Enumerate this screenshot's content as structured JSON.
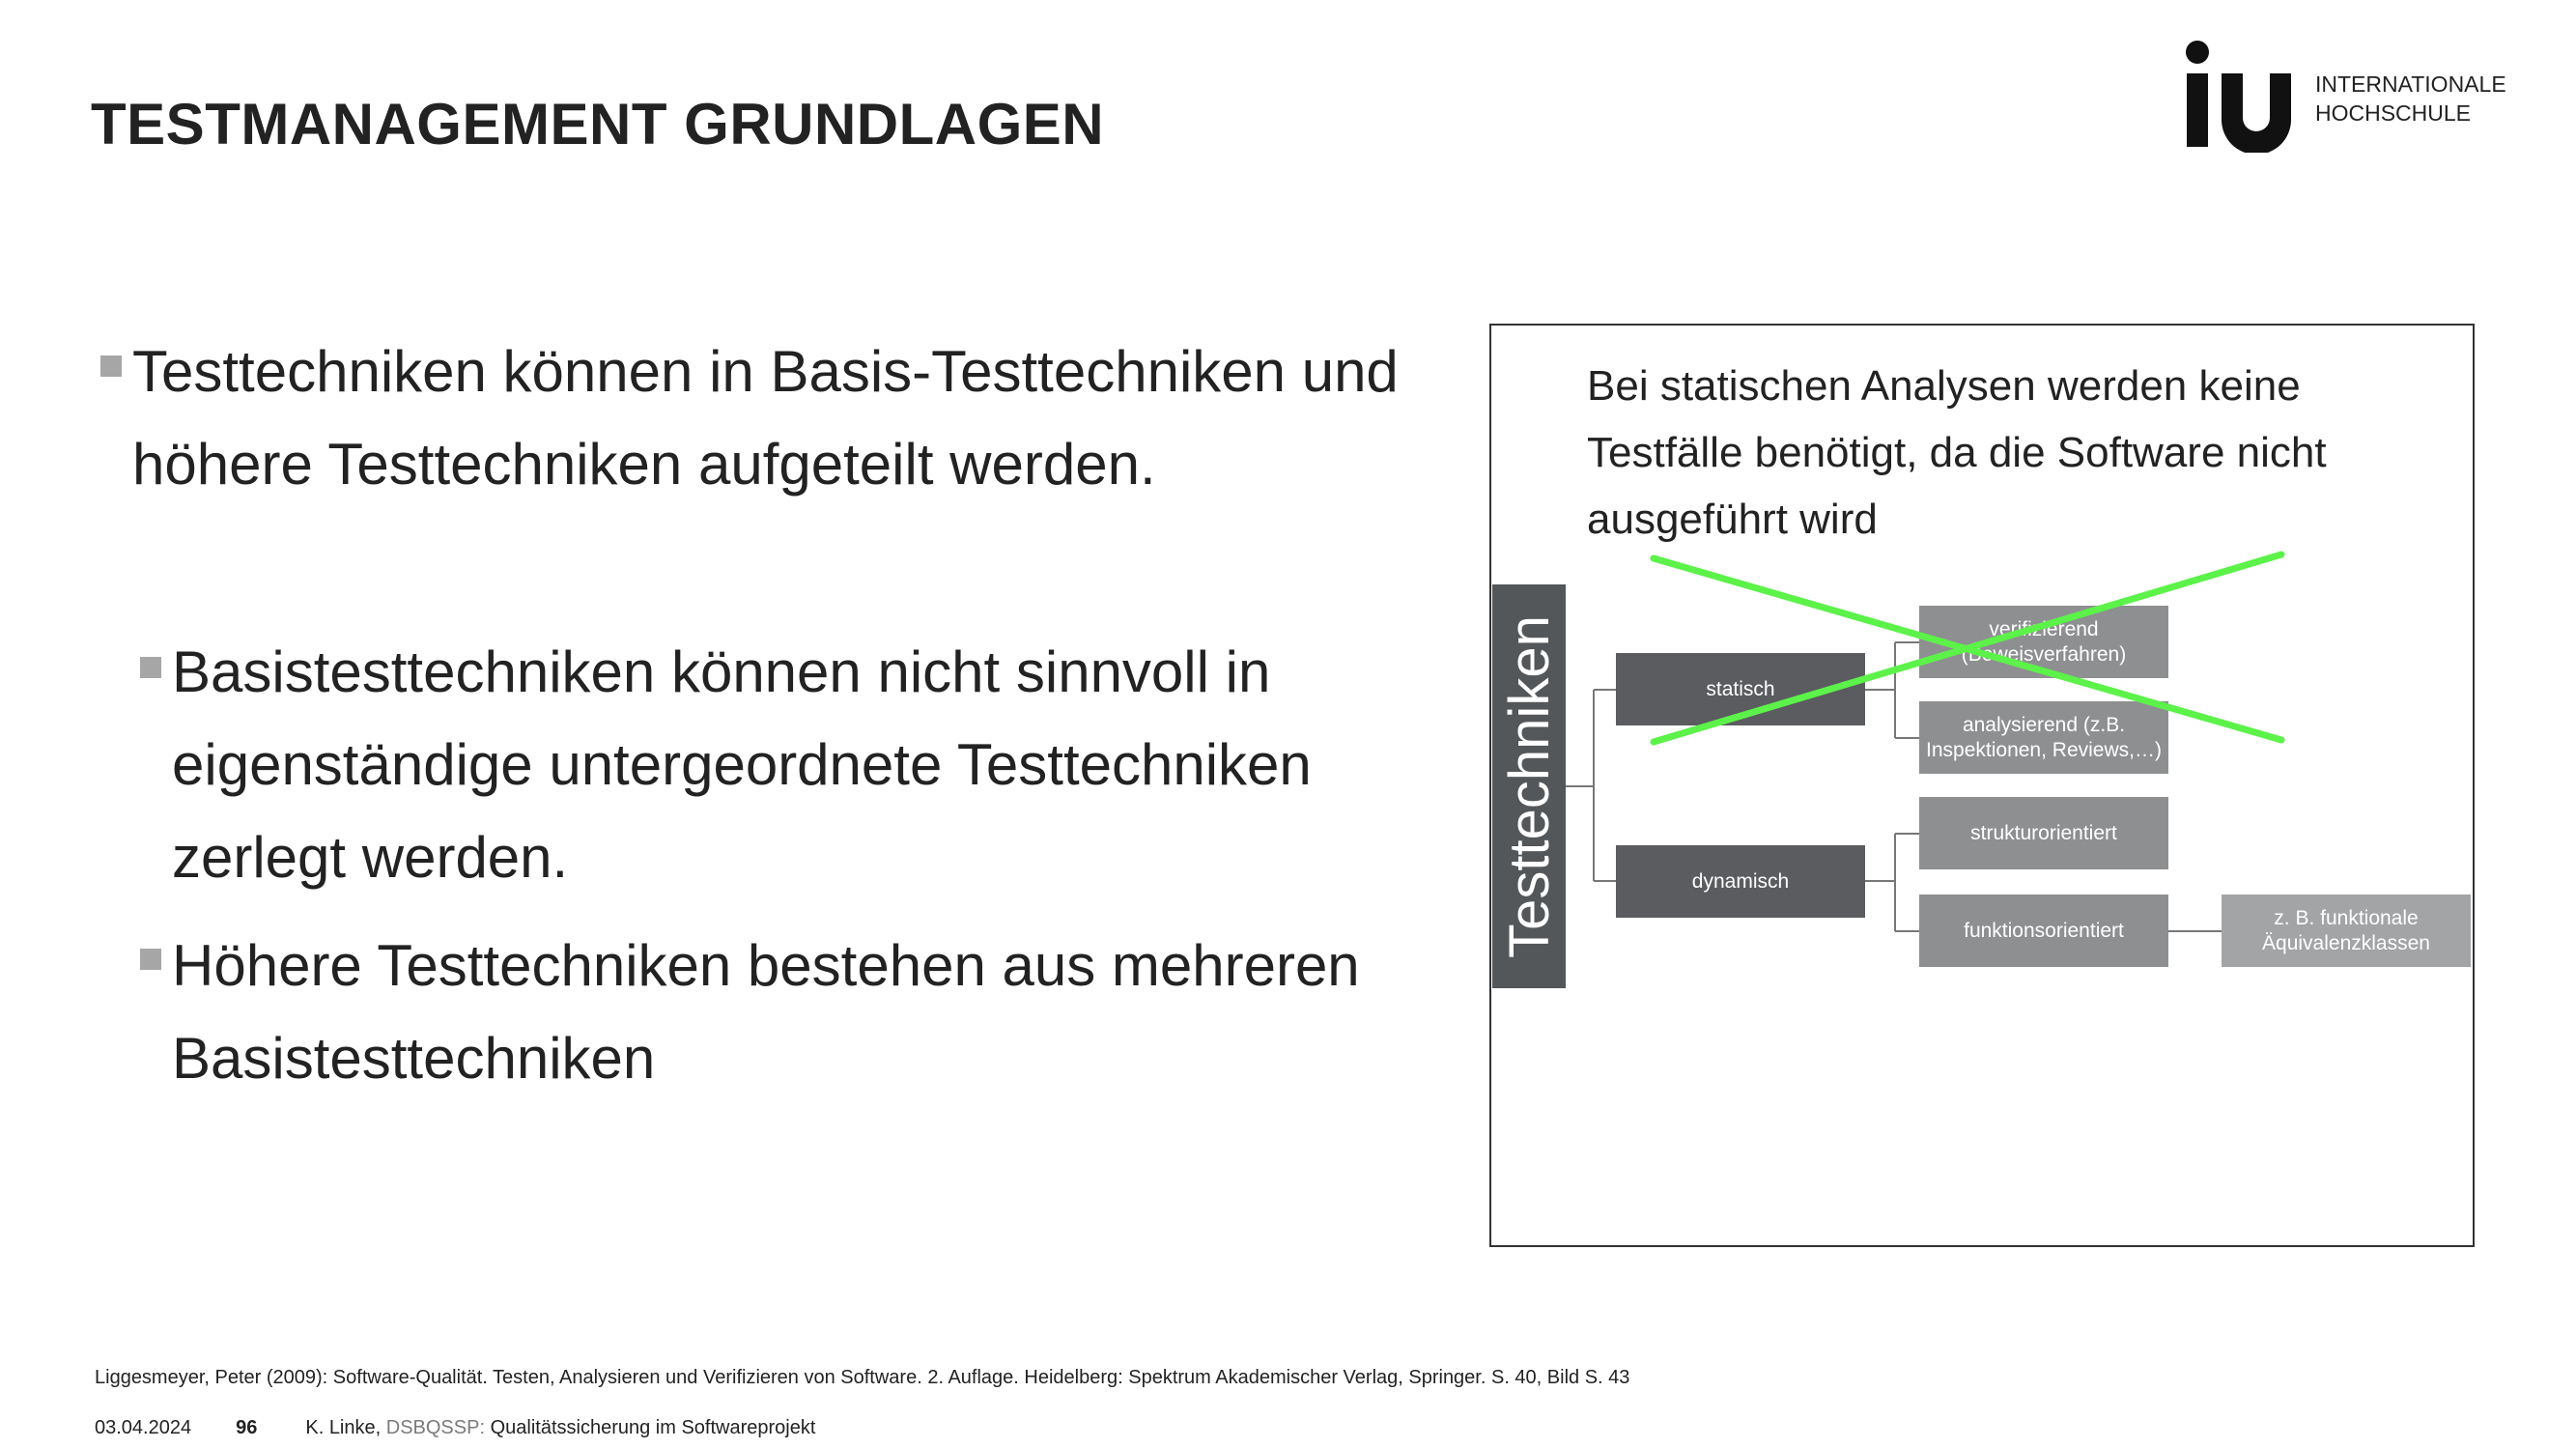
{
  "header": {
    "title": "TESTMANAGEMENT GRUNDLAGEN"
  },
  "logo": {
    "mark": "iu",
    "line1": "INTERNATIONALE",
    "line2": "HOCHSCHULE"
  },
  "bullets": [
    {
      "text": "Testtechniken können in Basis-Testtechniken und höhere Testtechniken aufgeteilt werden."
    },
    {
      "text": "Basistesttechniken können nicht sinnvoll in eigenständige untergeordnete Testtechniken zerlegt werden."
    },
    {
      "text": "Höhere Testtechniken bestehen aus mehreren Basistesttechniken"
    }
  ],
  "figure": {
    "note": "Bei statischen Analysen werden keine Testfälle benötigt, da die Software nicht ausgeführt wird",
    "root": "Testtechniken",
    "nodes": {
      "statisch": "statisch",
      "dynamisch": "dynamisch",
      "verifizierend": "verifizierend (Beweisverfahren)",
      "analysierend": "analysierend (z.B. Inspektionen, Reviews,…)",
      "strukturorientiert": "strukturorientiert",
      "funktionsorientiert": "funktionsorientiert",
      "aequivalenz": "z. B. funktionale Äquivalenzklassen"
    },
    "cross_color": "#5cf24a"
  },
  "citation": "Liggesmeyer, Peter (2009): Software-Qualität. Testen, Analysieren und Verifizieren von Software. 2. Auflage. Heidelberg: Spektrum Akademischer Verlag, Springer. S. 40, Bild S. 43",
  "footer": {
    "date": "03.04.2024",
    "page": "96",
    "author": "K. Linke,",
    "course_code": "DSBQSSP:",
    "course_title": "Qualitätssicherung im Softwareprojekt"
  }
}
